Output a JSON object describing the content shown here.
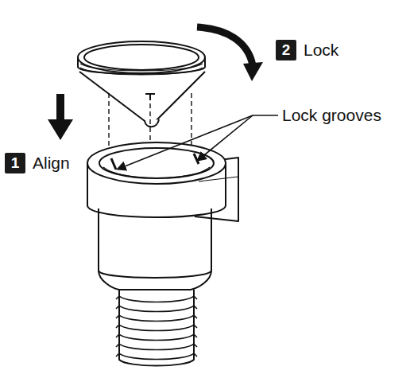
{
  "diagram": {
    "labels": [
      "2",
      "Lock",
      "Lock grooves",
      "1",
      "Align"
    ]
  }
}
